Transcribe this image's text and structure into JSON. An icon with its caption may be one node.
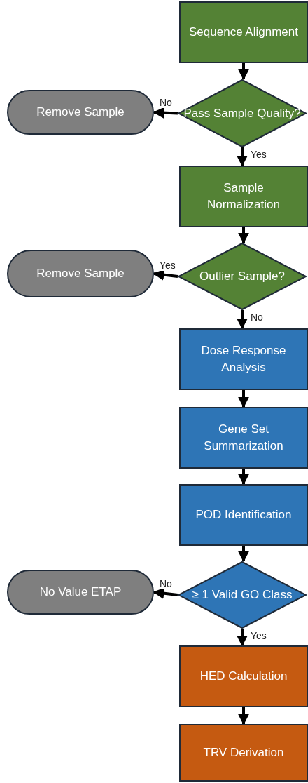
{
  "diagram": {
    "nodes": [
      {
        "text": [
          "Sequence Alignment"
        ]
      },
      {
        "text": [
          "Remove Sample"
        ]
      },
      {
        "text": [
          "Pass Sample Quality?"
        ]
      },
      {
        "text": [
          "Sample Normalization"
        ]
      },
      {
        "text": [
          "Remove Sample"
        ]
      },
      {
        "text": [
          "Outlier Sample?"
        ]
      },
      {
        "text": [
          "Dose Response Analysis"
        ]
      },
      {
        "text": [
          "Gene Set Summarization"
        ]
      },
      {
        "text": [
          "POD Identification"
        ]
      },
      {
        "text": [
          "No Value ETAP"
        ]
      },
      {
        "text": [
          "≥ 1 Valid GO Class"
        ]
      },
      {
        "text": [
          "HED Calculation"
        ]
      },
      {
        "text": [
          "TRV Derivation"
        ]
      }
    ],
    "edges": [
      {
        "from": 0,
        "to": 2,
        "arrow": "to"
      },
      {
        "from": 2,
        "to": 1,
        "arrow": "to",
        "label": "No"
      },
      {
        "from": 2,
        "to": 3,
        "arrow": "to",
        "label": "Yes"
      },
      {
        "from": 3,
        "to": 5,
        "arrow": "to"
      },
      {
        "from": 5,
        "to": 4,
        "arrow": "to",
        "label": "Yes"
      },
      {
        "from": 5,
        "to": 6,
        "arrow": "to",
        "label": "No"
      },
      {
        "from": 6,
        "to": 7,
        "arrow": "to"
      },
      {
        "from": 7,
        "to": 8,
        "arrow": "to"
      },
      {
        "from": 8,
        "to": 10,
        "arrow": "to"
      },
      {
        "from": 10,
        "to": 9,
        "arrow": "to",
        "label": "No"
      },
      {
        "from": 10,
        "to": 11,
        "arrow": "to",
        "label": "Yes"
      },
      {
        "from": 11,
        "to": 12,
        "arrow": "to"
      }
    ]
  }
}
